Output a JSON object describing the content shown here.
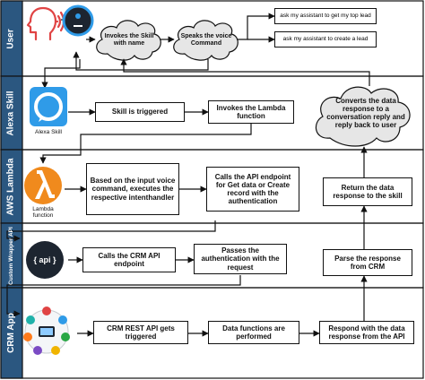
{
  "colors": {
    "lane_header": "#2b5780",
    "line": "#111111",
    "cloud_fill": "#e6e6e6",
    "alexa_blue": "#2f9be8",
    "lambda_orange": "#f08a1d",
    "api_dark": "#1d2530",
    "crm_red": "#e04444"
  },
  "lanes": {
    "user": "User",
    "alexa": "Alexa Skill",
    "lambda": "AWS Lambda",
    "api": "Custom Wrapper API",
    "crm": "CRM App"
  },
  "notes": {
    "note1": "ask my assistant to get my top lead",
    "note2": "ask my assistant to create a lead"
  },
  "clouds": {
    "invokes_skill": "Invokes the Skill with name",
    "speaks_command": "Speaks the voice Command",
    "converts_response": "Converts the data response to a conversation reply and reply back to user"
  },
  "captions": {
    "alexa_skill": "Alexa Skill",
    "lambda_function": "Lambda function"
  },
  "icons": {
    "user": "speaking-head-icon",
    "echo": "echo-dot-icon",
    "alexa": "alexa-logo-icon",
    "lambda": "lambda-icon",
    "api": "api-cloud-icon",
    "crm": "crm-modules-icon"
  },
  "api_icon_text": "{ api }",
  "boxes": {
    "skill_triggered": "Skill is triggered",
    "invokes_lambda": "Invokes the Lambda function",
    "based_on_input": "Based on the input voice command, executes the respective intenthandler",
    "calls_api_endpoint": "Calls the API endpoint for Get data or Create record with the authentication",
    "return_data": "Return the data response to the skill",
    "calls_crm_endpoint": "Calls the CRM API endpoint",
    "passes_auth": "Passes the authentication with the request",
    "parse_response": "Parse the response from CRM",
    "crm_triggered": "CRM REST API gets triggered",
    "data_functions": "Data functions are performed",
    "respond_data": "Respond with the data response from the API"
  }
}
